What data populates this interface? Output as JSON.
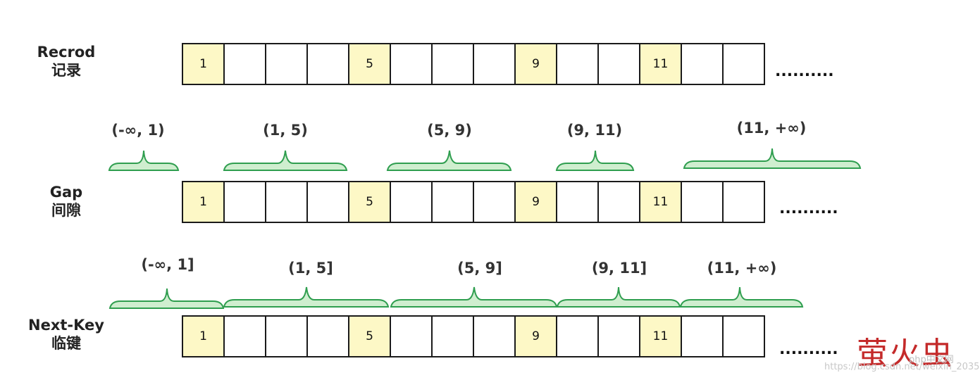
{
  "rows": [
    {
      "label1": "Recrod",
      "label2": "记录",
      "dots": "..........",
      "cells": [
        "1",
        "",
        "",
        "",
        "5",
        "",
        "",
        "",
        "9",
        "",
        "",
        "11",
        "",
        ""
      ]
    },
    {
      "label1": "Gap",
      "label2": "间隙",
      "dots": "..........",
      "cells": [
        "1",
        "",
        "",
        "",
        "5",
        "",
        "",
        "",
        "9",
        "",
        "",
        "11",
        "",
        ""
      ]
    },
    {
      "label1": "Next-Key",
      "label2": "临键",
      "dots": "..........",
      "cells": [
        "1",
        "",
        "",
        "",
        "5",
        "",
        "",
        "",
        "9",
        "",
        "",
        "11",
        "",
        ""
      ]
    }
  ],
  "gap_intervals": [
    "(-∞, 1)",
    "(1, 5)",
    "(5, 9)",
    "(9, 11)",
    "(11, +∞)"
  ],
  "nextkey_intervals": [
    "(-∞, 1]",
    "(1, 5]",
    "(5, 9]",
    "(9, 11]",
    "(11, +∞)"
  ],
  "colors": {
    "highlight": "#fdf8c6",
    "brace": "#cfeecf",
    "brace_stroke": "#2f9e4f"
  },
  "watermark": {
    "text": "萤火虫",
    "sub": "php中文网",
    "url": "https://blog.csdn.net/weixin_2035"
  }
}
